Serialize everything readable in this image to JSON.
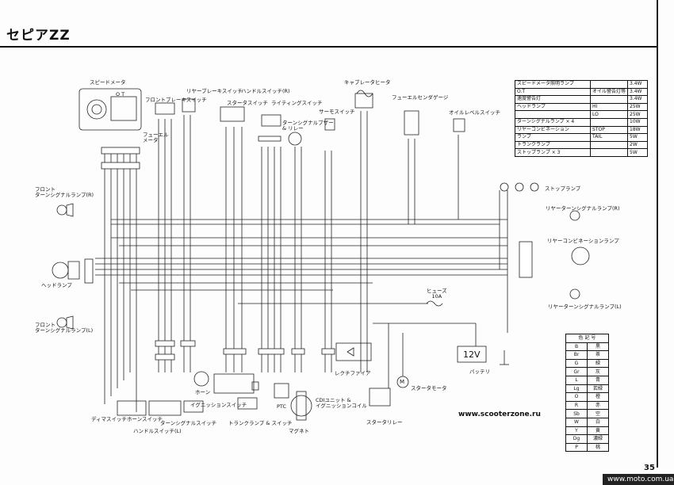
{
  "page": {
    "title": "セピアZZ",
    "page_number": "35",
    "website": "www.scooterzone.ru",
    "footer_url": "www.moto.com.ua"
  },
  "components": {
    "speedometer": "スピードメータ",
    "fuel_meter": "フューエル\nメータ",
    "front_brake_switch": "フロントブレーキスイッチ",
    "rear_brake_switch": "リヤーブレーキスイッチ",
    "handle_switch_r": "ハンドルスイッチ(R)",
    "starter_switch": "スタータスイッチ",
    "lighting_switch": "ライティングスイッチ",
    "turn_signal_buzzer": "ターンシグナルブザー\n& リレー",
    "thermo_switch": "サーモスイッチ",
    "carburetor_heater": "キャブレータヒータ",
    "fuel_sender_gauge": "フューエルセンダゲージ",
    "oil_level_switch": "オイルレベルスイッチ",
    "front_turn_signal_r": "フロント\nターンシグナルランプ(R)",
    "headlamp": "ヘッドランプ",
    "front_turn_signal_l": "フロント\nターンシグナルランプ(L)",
    "stop_lamp": "ストップランプ",
    "rear_turn_signal_r": "リヤーターンシグナルランプ(R)",
    "rear_combination_lamp": "リヤーコンビネーションランプ",
    "rear_turn_signal_l": "リヤーターンシグナルランプ(L)",
    "fuse": "ヒューズ\n10A",
    "battery": "バッテリ",
    "battery_voltage": "12V",
    "rectifier": "レクチファイア",
    "starter_motor": "スタータモータ",
    "starter_relay": "スタータリレー",
    "horn": "ホーン",
    "ignition_switch": "イグニッションスイッチ",
    "cdi": "CDIユニット &\nイグニッションコイル",
    "ptc": "PTC",
    "magneto": "マグネト",
    "trunk_lamp_switch": "トランクランプ & スイッチ",
    "dimmer_switch": "ディマスイッチ",
    "horn_switch": "ホーンスイッチ",
    "turn_signal_switch": "ターンシグナルスイッチ",
    "handle_switch_l": "ハンドルスイッチ(L)",
    "meter_labels": "O T",
    "motor_symbol": "M"
  },
  "spec_table": [
    [
      "スピードメータ照明ランプ",
      "",
      "3.4W"
    ],
    [
      "O.T",
      "オイル警告灯等",
      "3.4W"
    ],
    [
      "速度警告灯",
      "",
      "3.4W"
    ],
    [
      "ヘッドランプ",
      "HI",
      "25W"
    ],
    [
      "",
      "LO",
      "25W"
    ],
    [
      "ターンシグナルランプ × 4",
      "",
      "10W"
    ],
    [
      "リヤーコンビネーション",
      "STOP",
      "18W"
    ],
    [
      "ランプ",
      "TAIL",
      "5W"
    ],
    [
      "トランクランプ",
      "",
      "2W"
    ],
    [
      "ストップランプ × 3",
      "",
      "5W"
    ]
  ],
  "color_table": {
    "header": [
      "色",
      "記",
      "号"
    ],
    "rows": [
      [
        "B",
        "黒"
      ],
      [
        "Br",
        "茶"
      ],
      [
        "G",
        "緑"
      ],
      [
        "Gr",
        "灰"
      ],
      [
        "L",
        "青"
      ],
      [
        "Lg",
        "若緑"
      ],
      [
        "O",
        "橙"
      ],
      [
        "R",
        "赤"
      ],
      [
        "Sb",
        "空"
      ],
      [
        "W",
        "白"
      ],
      [
        "Y",
        "黄"
      ],
      [
        "Dg",
        "濃緑"
      ],
      [
        "P",
        "桃"
      ]
    ]
  }
}
